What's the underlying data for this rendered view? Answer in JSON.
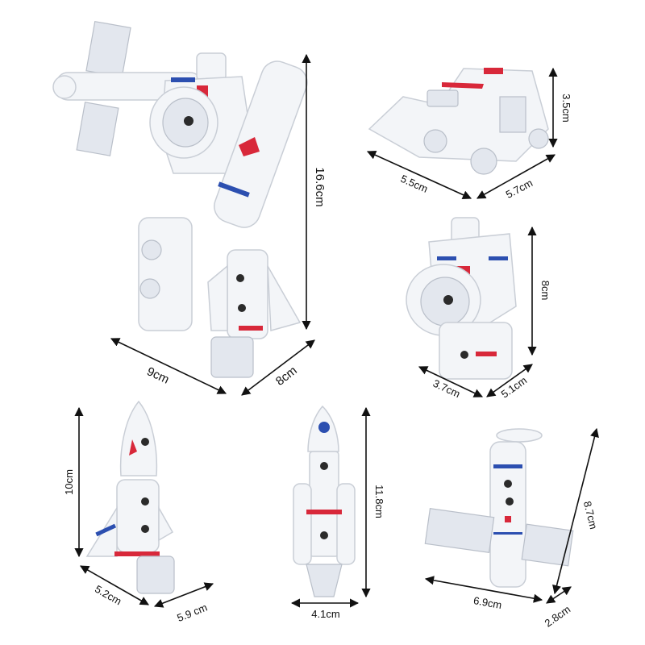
{
  "image": {
    "subject": "Transforming space-robot toy set",
    "colors": {
      "background": "#ffffff",
      "toy_white": "#f3f5f8",
      "accent_red": "#d8283a",
      "accent_blue": "#2c4fb0",
      "dimension_line": "#111111"
    }
  },
  "dimensions": {
    "robot": {
      "height": "16.6cm",
      "width": "9cm",
      "depth": "8cm"
    },
    "rover": {
      "height": "3.5cm",
      "length": "5.5cm",
      "width": "5.7cm"
    },
    "seated_robot": {
      "height": "8cm",
      "width": "3.7cm",
      "depth": "5.1cm"
    },
    "winged_rocket": {
      "height": "10cm",
      "width": "5.2cm",
      "depth": "5.9 cm"
    },
    "launch_rocket": {
      "height": "11.8cm",
      "width": "4.1cm"
    },
    "satellite": {
      "height": "8.7cm",
      "width": "6.9cm",
      "depth": "2.8cm"
    }
  }
}
